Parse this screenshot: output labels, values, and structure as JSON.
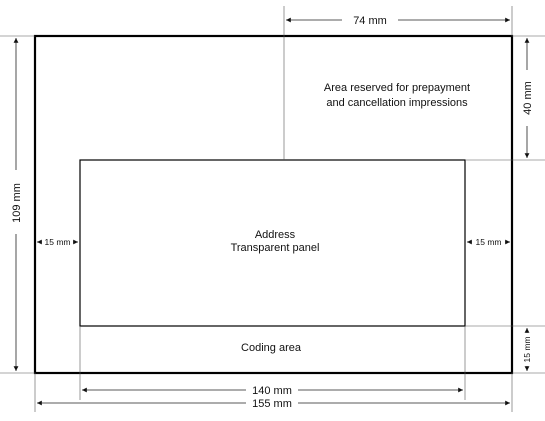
{
  "labels": {
    "reserved_line1": "Area reserved for prepayment",
    "reserved_line2": "and cancellation impressions",
    "address_line1": "Address",
    "address_line2": "Transparent panel",
    "coding": "Coding area"
  },
  "dimensions": {
    "top_width": "74 mm",
    "right_top": "40 mm",
    "left_height": "109 mm",
    "left_margin": "15 mm",
    "right_margin": "15 mm",
    "right_bottom": "15 mm",
    "window_width": "140 mm",
    "total_width": "155 mm"
  }
}
